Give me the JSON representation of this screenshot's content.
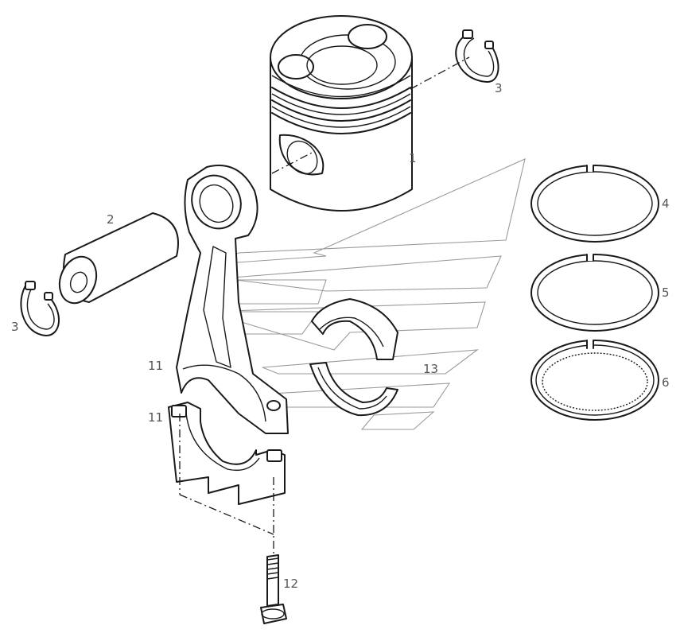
{
  "diagram": {
    "parts": [
      {
        "id": "piston",
        "callout": "1"
      },
      {
        "id": "piston-pin",
        "callout": "2"
      },
      {
        "id": "snap-ring-right",
        "callout": "3"
      },
      {
        "id": "snap-ring-left",
        "callout": "3"
      },
      {
        "id": "compression-ring-top",
        "callout": "4"
      },
      {
        "id": "compression-ring-second",
        "callout": "5"
      },
      {
        "id": "oil-control-ring",
        "callout": "6"
      },
      {
        "id": "connecting-rod",
        "callout": "11"
      },
      {
        "id": "connecting-rod-cap",
        "callout": "11"
      },
      {
        "id": "rod-bolt",
        "callout": "12"
      },
      {
        "id": "bearing-shells",
        "callout": "13"
      }
    ]
  },
  "colors": {
    "line": "#1a1a1a",
    "callout": "#555555",
    "watermark": "#9a9a9a",
    "background": "#ffffff"
  }
}
